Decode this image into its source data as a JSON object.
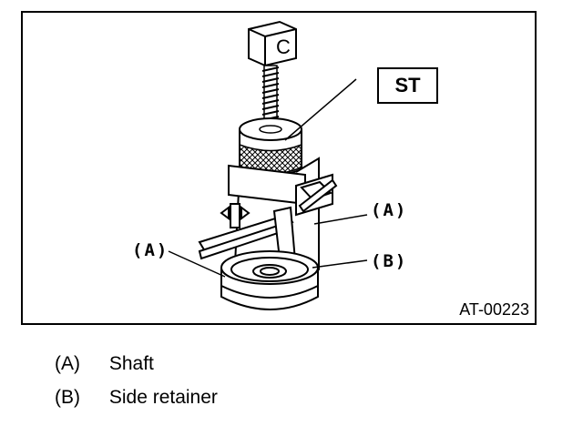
{
  "labels": {
    "st": "ST",
    "a_right": "(A)",
    "b_right": "(B)",
    "a_left": "(A)",
    "figure_id": "AT-00223"
  },
  "legend": [
    {
      "key": "(A)",
      "text": "Shaft"
    },
    {
      "key": "(B)",
      "text": "Side retainer"
    }
  ],
  "icons": {
    "knob": "c-icon"
  }
}
